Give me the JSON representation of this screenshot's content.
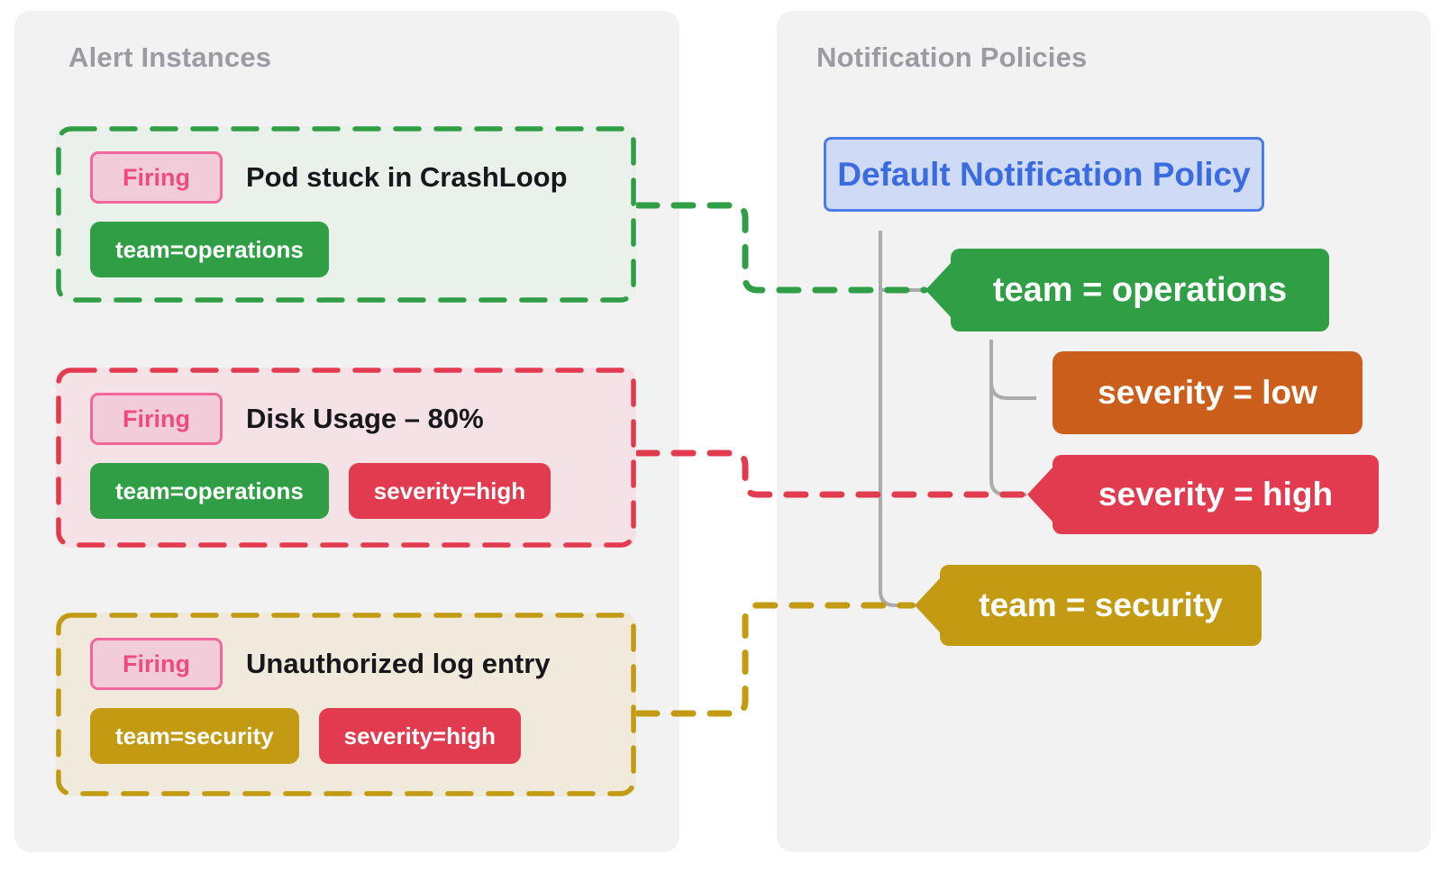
{
  "left_panel": {
    "title": "Alert Instances",
    "alerts": [
      {
        "status": "Firing",
        "title": "Pod stuck in CrashLoop",
        "accent": "green",
        "labels": [
          {
            "text": "team=operations",
            "color": "green"
          }
        ]
      },
      {
        "status": "Firing",
        "title": "Disk Usage – 80%",
        "accent": "red",
        "labels": [
          {
            "text": "team=operations",
            "color": "green"
          },
          {
            "text": "severity=high",
            "color": "red"
          }
        ]
      },
      {
        "status": "Firing",
        "title": "Unauthorized log entry",
        "accent": "gold",
        "labels": [
          {
            "text": "team=security",
            "color": "gold"
          },
          {
            "text": "severity=high",
            "color": "red"
          }
        ]
      }
    ]
  },
  "right_panel": {
    "title": "Notification Policies",
    "root_policy": {
      "label": "Default Notification Policy"
    },
    "policies": [
      {
        "label": "team = operations",
        "color": "green",
        "children": [
          {
            "label": "severity = low",
            "color": "orange"
          },
          {
            "label": "severity = high",
            "color": "red"
          }
        ]
      },
      {
        "label": "team = security",
        "color": "gold",
        "children": []
      }
    ]
  },
  "connections": [
    {
      "from": "Pod stuck in CrashLoop",
      "to": "team = operations",
      "color": "green"
    },
    {
      "from": "Disk Usage – 80%",
      "to": "severity = high",
      "color": "red"
    },
    {
      "from": "Unauthorized log entry",
      "to": "team = security",
      "color": "gold"
    }
  ],
  "colors": {
    "green": "#2f9e44",
    "red": "#e23b4f",
    "gold": "#c39b12",
    "orange": "#cc5e1b",
    "blue_border": "#4a7de6",
    "blue_bg": "#cfdaf7",
    "blue_text": "#3a6ce0",
    "pink_border": "#f2679b",
    "pink_bg": "#f2ccd9",
    "pink_text": "#ee4b81",
    "green_tint": "#e9f1ea",
    "red_tint": "#f5e2e6",
    "gold_tint": "#efeadb",
    "panel": "#f2f2f3",
    "heading_gray": "#9b9ba1",
    "line_gray": "#ababae",
    "title_black": "#17171c"
  }
}
